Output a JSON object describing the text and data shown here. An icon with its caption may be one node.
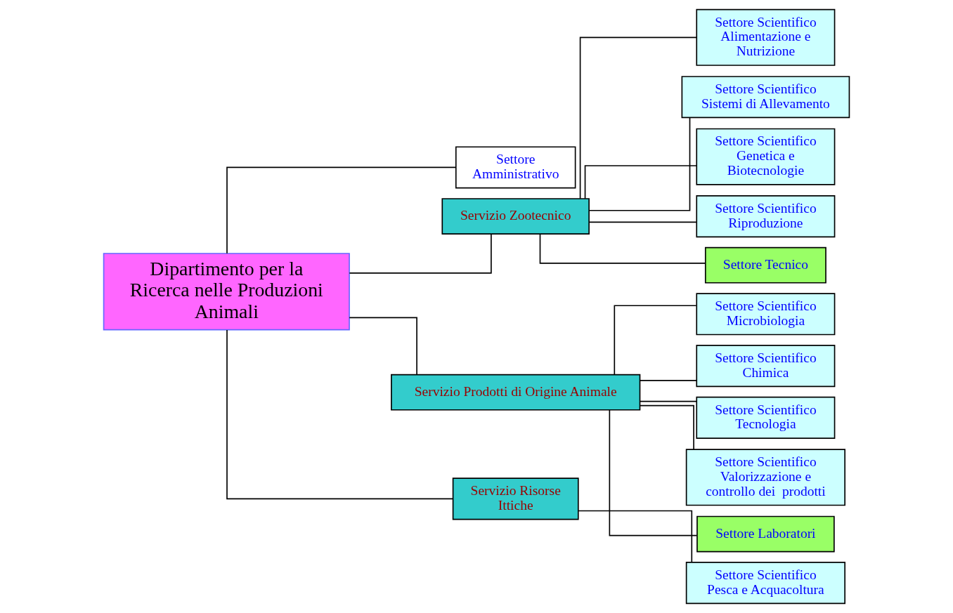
{
  "diagram": {
    "nodes": [
      {
        "text": [
          "Dipartimento per la Ricerca nelle Produzioni Animali"
        ]
      },
      {
        "text": [
          "Settore Amministrativo"
        ]
      },
      {
        "text": [
          "Servizio Zootecnico"
        ]
      },
      {
        "text": [
          "Servizio Prodotti di Origine Animale"
        ]
      },
      {
        "text": [
          "Servizio Risorse Ittiche"
        ]
      },
      {
        "text": [
          "Settore Scientifico Alimentazione e Nutrizione"
        ]
      },
      {
        "text": [
          "Settore Scientifico Sistemi di Allevamento"
        ]
      },
      {
        "text": [
          "Settore Scientifico Genetica e Biotecnologie"
        ]
      },
      {
        "text": [
          "Settore Scientifico Riproduzione"
        ]
      },
      {
        "text": [
          "Settore Tecnico"
        ]
      },
      {
        "text": [
          "Settore Scientifico Microbiologia"
        ]
      },
      {
        "text": [
          "Settore Scientifico Chimica"
        ]
      },
      {
        "text": [
          "Settore Scientifico Tecnologia"
        ]
      },
      {
        "text": [
          "Settore Scientifico Valorizzazione e controllo dei  prodotti"
        ]
      },
      {
        "text": [
          "Settore Laboratori"
        ]
      },
      {
        "text": [
          "Settore Scientifico Pesca e Acquacoltura"
        ]
      }
    ],
    "edges": [
      {
        "from": 0,
        "to": 1,
        "arrow": "none"
      },
      {
        "from": 0,
        "to": 2,
        "arrow": "none"
      },
      {
        "from": 0,
        "to": 3,
        "arrow": "none"
      },
      {
        "from": 0,
        "to": 4,
        "arrow": "none"
      },
      {
        "from": 2,
        "to": 5,
        "arrow": "none"
      },
      {
        "from": 2,
        "to": 6,
        "arrow": "none"
      },
      {
        "from": 2,
        "to": 7,
        "arrow": "none"
      },
      {
        "from": 2,
        "to": 8,
        "arrow": "none"
      },
      {
        "from": 2,
        "to": 9,
        "arrow": "none"
      },
      {
        "from": 3,
        "to": 10,
        "arrow": "none"
      },
      {
        "from": 3,
        "to": 11,
        "arrow": "none"
      },
      {
        "from": 3,
        "to": 12,
        "arrow": "none"
      },
      {
        "from": 3,
        "to": 13,
        "arrow": "none"
      },
      {
        "from": 3,
        "to": 14,
        "arrow": "none"
      },
      {
        "from": 4,
        "to": 15,
        "arrow": "none"
      }
    ]
  }
}
